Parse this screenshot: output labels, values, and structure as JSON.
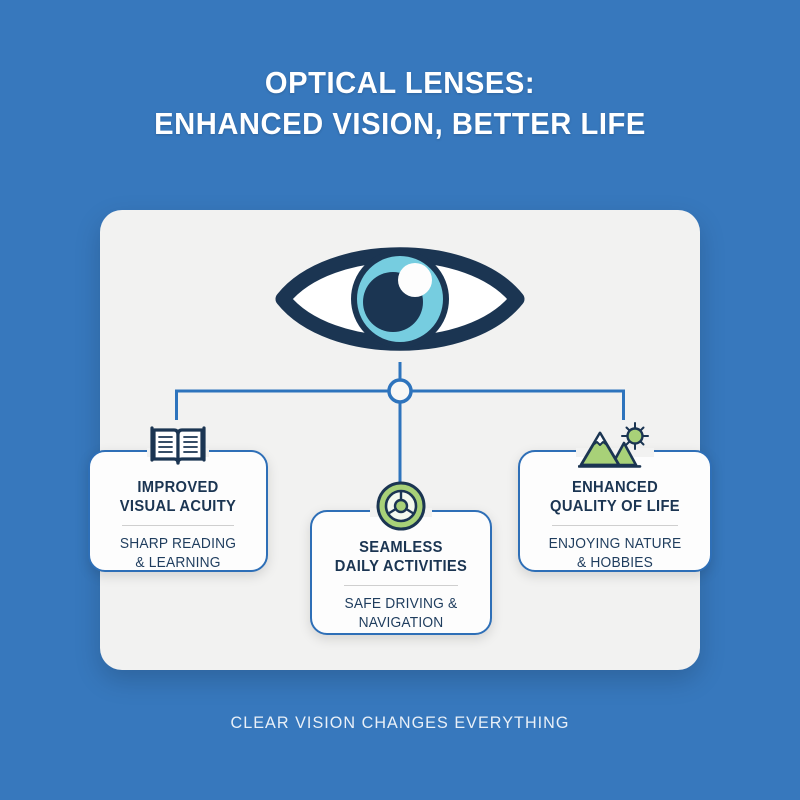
{
  "theme": {
    "background": "#3778bd",
    "panel_bg": "#f2f2f1",
    "card_bg": "#fdfdfd",
    "card_border": "#2e6fb7",
    "connector": "#2e74bd",
    "navy": "#1b3552",
    "iris_blue": "#76cde0",
    "accent_green": "#a8d178"
  },
  "title": {
    "line1": "OPTICAL LENSES:",
    "line2": "ENHANCED VISION, BETTER LIFE"
  },
  "hero": {
    "icon": "eye-icon",
    "label": "eye"
  },
  "hub": {
    "icon": "hub-node-icon"
  },
  "cards": [
    {
      "id": "improved-visual-acuity",
      "icon": "open-book-icon",
      "title_line1": "IMPROVED",
      "title_line2": "VISUAL ACUITY",
      "sub_line1": "SHARP READING",
      "sub_line2": "& LEARNING"
    },
    {
      "id": "seamless-daily-activities",
      "icon": "steering-wheel-icon",
      "title_line1": "SEAMLESS",
      "title_line2": "DAILY ACTIVITIES",
      "sub_line1": "SAFE DRIVING &",
      "sub_line2": "NAVIGATION"
    },
    {
      "id": "enhanced-quality-of-life",
      "icon": "mountains-sun-icon",
      "title_line1": "ENHANCED",
      "title_line2": "QUALITY OF LIFE",
      "sub_line1": "ENJOYING NATURE",
      "sub_line2": "& HOBBIES"
    }
  ],
  "footer": {
    "text": "CLEAR VISION CHANGES EVERYTHING"
  }
}
